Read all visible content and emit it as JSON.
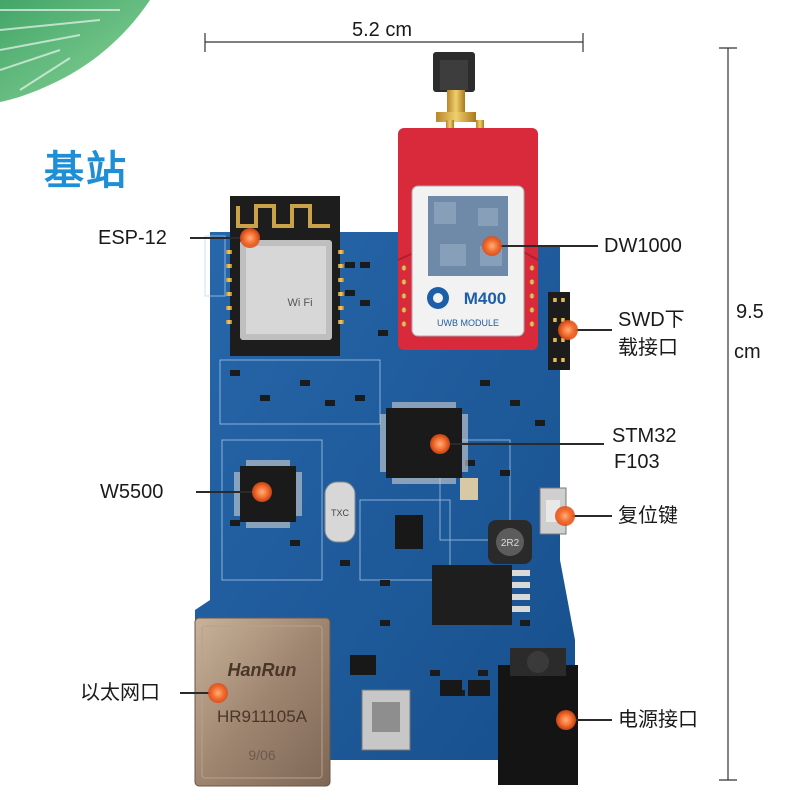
{
  "title": "基站",
  "dimensions": {
    "width": "5.2 cm",
    "height_value": "9.5",
    "height_unit": "cm"
  },
  "labels": {
    "esp12": "ESP-12",
    "w5500": "W5500",
    "ethernet": "以太网口",
    "dw1000": "DW1000",
    "swd_line1": "SWD下",
    "swd_line2": "载接口",
    "stm32_line1": "STM32",
    "stm32_line2": "F103",
    "reset": "复位键",
    "power": "电源接口"
  },
  "board_markings": {
    "module_brand": "M400",
    "module_caption": "UWB MODULE",
    "rj45_brand": "HanRun",
    "rj45_part": "HR911105A",
    "rj45_date": "9/06",
    "crystal": "TXC",
    "inductor": "2R2",
    "wifi": "Wi Fi"
  },
  "colors": {
    "title": "#1e8fd6",
    "pcb": "#1f5e9e",
    "module_red": "#d92a3c",
    "callout_dot": "#f26a2c",
    "text": "#1a1a1a"
  },
  "icons": [
    "leaf-icon"
  ]
}
